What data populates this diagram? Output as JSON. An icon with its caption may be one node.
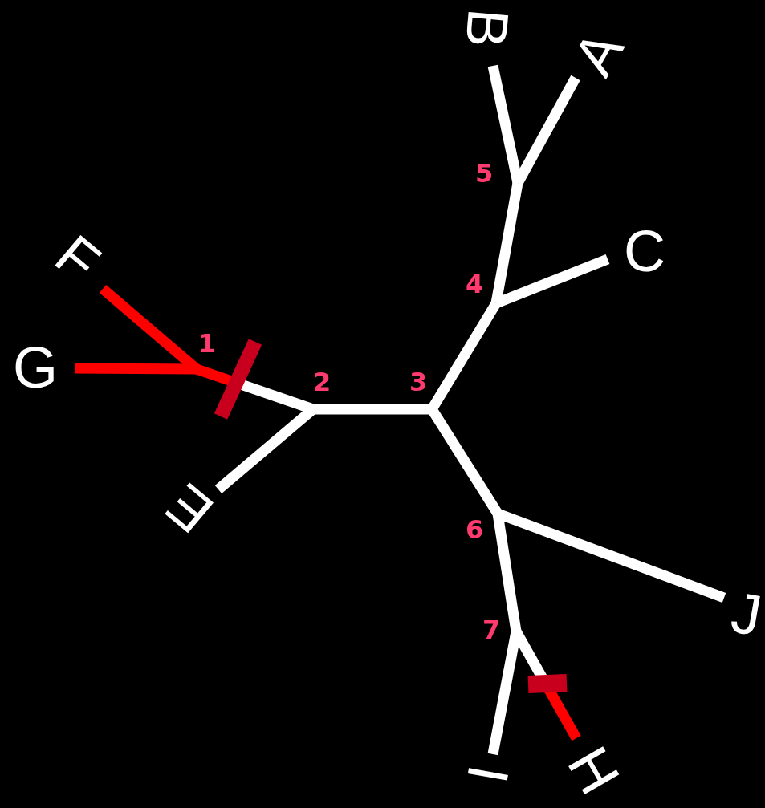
{
  "diagram": {
    "nodes": [
      {
        "text": [
          "B"
        ]
      },
      {
        "text": [
          "A"
        ]
      },
      {
        "text": [
          "5"
        ]
      },
      {
        "text": [
          "C"
        ]
      },
      {
        "text": [
          "4"
        ]
      },
      {
        "text": [
          "F"
        ]
      },
      {
        "text": [
          "1"
        ]
      },
      {
        "text": [
          "G"
        ]
      },
      {
        "text": [
          "2"
        ]
      },
      {
        "text": [
          "3"
        ]
      },
      {
        "text": [
          "E"
        ]
      },
      {
        "text": [
          "6"
        ]
      },
      {
        "text": [
          "J"
        ]
      },
      {
        "text": [
          "7"
        ]
      },
      {
        "text": [
          "I"
        ]
      },
      {
        "text": [
          "H"
        ]
      }
    ],
    "edges": [
      {
        "from": 2,
        "to": 0,
        "arrow": "none"
      },
      {
        "from": 2,
        "to": 1,
        "arrow": "none"
      },
      {
        "from": 4,
        "to": 2,
        "arrow": "none"
      },
      {
        "from": 4,
        "to": 3,
        "arrow": "none"
      },
      {
        "from": 9,
        "to": 4,
        "arrow": "none"
      },
      {
        "from": 6,
        "to": 5,
        "arrow": "none",
        "color": "#ff0000"
      },
      {
        "from": 6,
        "to": 7,
        "arrow": "none",
        "color": "#ff0000"
      },
      {
        "from": 6,
        "to": 8,
        "arrow": "none",
        "color": "#ff0000"
      },
      {
        "from": 8,
        "to": 10,
        "arrow": "none"
      },
      {
        "from": 8,
        "to": 9,
        "arrow": "none"
      },
      {
        "from": 9,
        "to": 11,
        "arrow": "none"
      },
      {
        "from": 11,
        "to": 12,
        "arrow": "none"
      },
      {
        "from": 11,
        "to": 13,
        "arrow": "none"
      },
      {
        "from": 13,
        "to": 14,
        "arrow": "none"
      },
      {
        "from": 13,
        "to": 15,
        "arrow": "none",
        "color": "#ff0000"
      }
    ]
  }
}
